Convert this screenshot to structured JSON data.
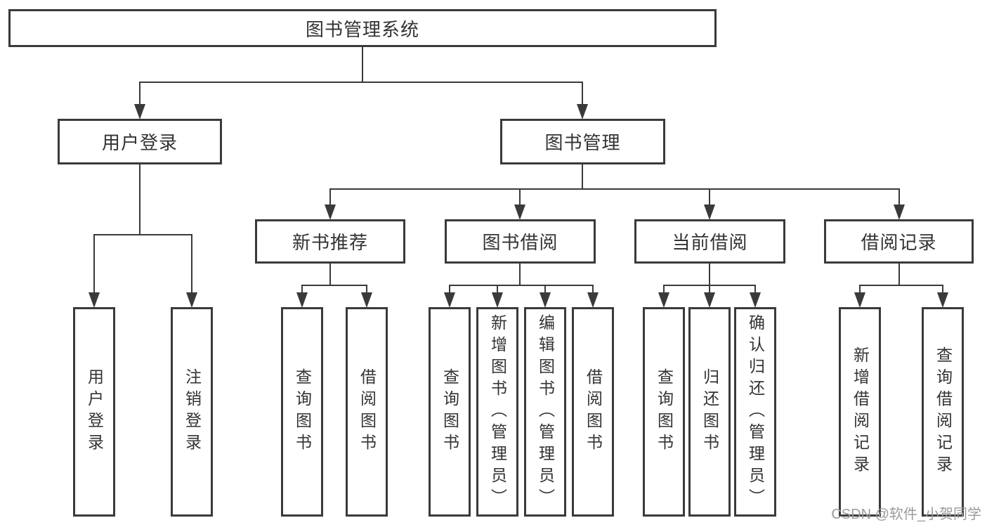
{
  "diagram": {
    "root": {
      "label": "图书管理系统"
    },
    "level2": [
      {
        "label": "用户登录"
      },
      {
        "label": "图书管理"
      }
    ],
    "level3": [
      {
        "label": "新书推荐"
      },
      {
        "label": "图书借阅"
      },
      {
        "label": "当前借阅"
      },
      {
        "label": "借阅记录"
      }
    ],
    "leaves": [
      {
        "parent": "用户登录",
        "label": "用户登录"
      },
      {
        "parent": "用户登录",
        "label": "注销登录"
      },
      {
        "parent": "新书推荐",
        "label": "查询图书"
      },
      {
        "parent": "新书推荐",
        "label": "借阅图书"
      },
      {
        "parent": "图书借阅",
        "label": "查询图书"
      },
      {
        "parent": "图书借阅",
        "label": "新增图书（管理员）"
      },
      {
        "parent": "图书借阅",
        "label": "编辑图书（管理员）"
      },
      {
        "parent": "图书借阅",
        "label": "借阅图书"
      },
      {
        "parent": "当前借阅",
        "label": "查询图书"
      },
      {
        "parent": "当前借阅",
        "label": "归还图书"
      },
      {
        "parent": "当前借阅",
        "label": "确认归还（管理员）"
      },
      {
        "parent": "借阅记录",
        "label": "新增借阅记录"
      },
      {
        "parent": "借阅记录",
        "label": "查询借阅记录"
      }
    ],
    "watermark": "CSDN @软件_小贺同学",
    "colors": {
      "line": "#3a3a3a",
      "text": "#333333",
      "background": "#ffffff",
      "watermark": "#9b9b9b"
    }
  }
}
